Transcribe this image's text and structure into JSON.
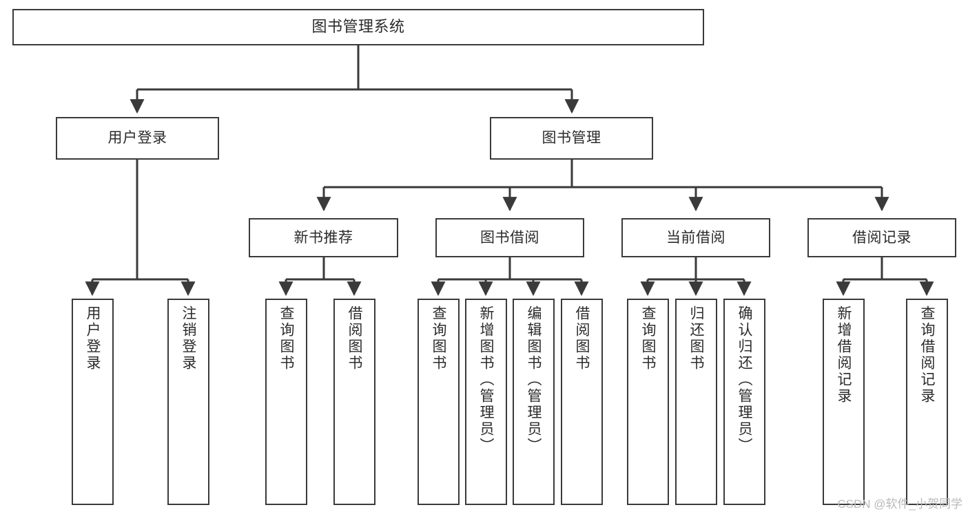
{
  "diagram": {
    "type": "tree-hierarchy",
    "title": "图书管理系统",
    "watermark": "CSDN @软件_小贺同学",
    "colors": {
      "box_border": "#3a3a3a",
      "box_fill": "#ffffff",
      "connector": "#3a3a3a",
      "text": "#2b2b2b",
      "watermark": "#b9b9b9",
      "background": "#ffffff"
    },
    "nodes": {
      "root": {
        "label": "图书管理系统"
      },
      "l1": [
        {
          "label": "用户登录"
        },
        {
          "label": "图书管理"
        }
      ],
      "l2": [
        {
          "label": "新书推荐"
        },
        {
          "label": "图书借阅"
        },
        {
          "label": "当前借阅"
        },
        {
          "label": "借阅记录"
        }
      ],
      "leaves_user_login": [
        {
          "label": "用户登录"
        },
        {
          "label": "注销登录"
        }
      ],
      "leaves_new_book": [
        {
          "label": "查询图书"
        },
        {
          "label": "借阅图书"
        }
      ],
      "leaves_borrow": [
        {
          "label": "查询图书"
        },
        {
          "label": "新增图书（管理员）"
        },
        {
          "label": "编辑图书（管理员）"
        },
        {
          "label": "借阅图书"
        }
      ],
      "leaves_current": [
        {
          "label": "查询图书"
        },
        {
          "label": "归还图书"
        },
        {
          "label": "确认归还（管理员）"
        }
      ],
      "leaves_records": [
        {
          "label": "新增借阅记录"
        },
        {
          "label": "查询借阅记录"
        }
      ]
    }
  }
}
